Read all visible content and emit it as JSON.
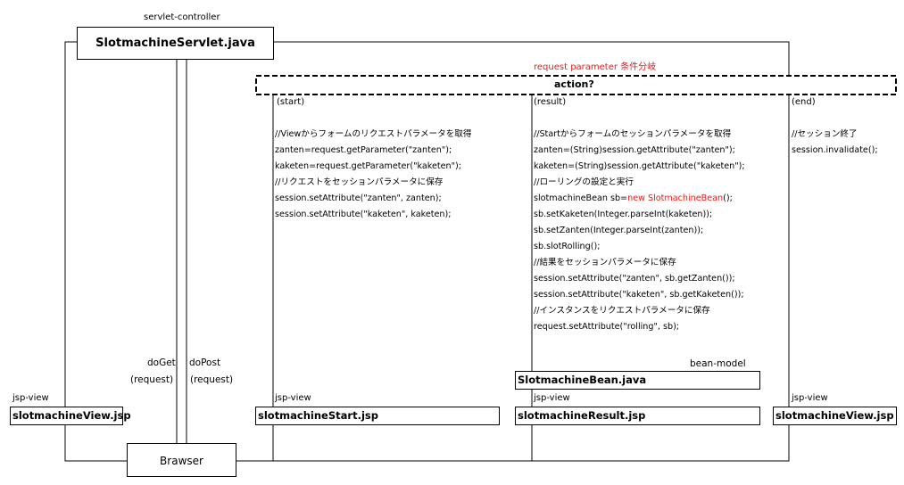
{
  "top_label": "servlet-controller",
  "servlet_box": "SlotmachineServlet.java",
  "condition_label": "request parameter 条件分岐",
  "action_label": "action?",
  "branches": {
    "start": {
      "label": "(start)",
      "lines": [
        {
          "text": "//Viewからフォームのリクエストパラメータを取得"
        },
        {
          "text": "zanten=request.getParameter(\"zanten\");"
        },
        {
          "text": "kaketen=request.getParameter(\"kaketen\");"
        },
        {
          "text": "//リクエストをセッションパラメータに保存"
        },
        {
          "text": "session.setAttribute(\"zanten\", zanten);"
        },
        {
          "text": "session.setAttribute(\"kaketen\", kaketen);"
        }
      ]
    },
    "result": {
      "label": "(result)",
      "lines": [
        {
          "text": "//Startからフォームのセッションパラメータを取得"
        },
        {
          "text": "zanten=(String)session.getAttribute(\"zanten\");"
        },
        {
          "text": "kaketen=(String)session.getAttribute(\"kaketen\");"
        },
        {
          "text": "//ローリングの設定と実行"
        },
        {
          "text": "slotmachineBean sb=",
          "red": "new SlotmachineBean",
          "tail": "();"
        },
        {
          "text": "sb.setKaketen(Integer.parseInt(kaketen));"
        },
        {
          "text": "sb.setZanten(Integer.parseInt(zanten));"
        },
        {
          "text": "sb.slotRolling();"
        },
        {
          "text": "//結果をセッションパラメータに保存"
        },
        {
          "text": "session.setAttribute(\"zanten\", sb.getZanten());"
        },
        {
          "text": "session.setAttribute(\"kaketen\", sb.getKaketen());"
        },
        {
          "text": "//インスタンスをリクエストパラメータに保存"
        },
        {
          "text": "request.setAttribute(\"rolling\", sb);"
        }
      ]
    },
    "end": {
      "label": "(end)",
      "lines": [
        {
          "text": "//セッション終了"
        },
        {
          "text": "session.invalidate();"
        }
      ]
    }
  },
  "bean_model_label": "bean-model",
  "bean_box": "SlotmachineBean.java",
  "jsp_view_label": "jsp-view",
  "views": {
    "left": "slotmachineView.jsp",
    "start": "slotmachineStart.jsp",
    "result": "slotmachineResult.jsp",
    "end": "slotmachineView.jsp"
  },
  "doget_label": "doGet",
  "dopost_label": "doPost",
  "request_label": "(request)",
  "browser_box": "Brawser",
  "colors": {
    "red": "#e0201b",
    "line": "#000000"
  }
}
